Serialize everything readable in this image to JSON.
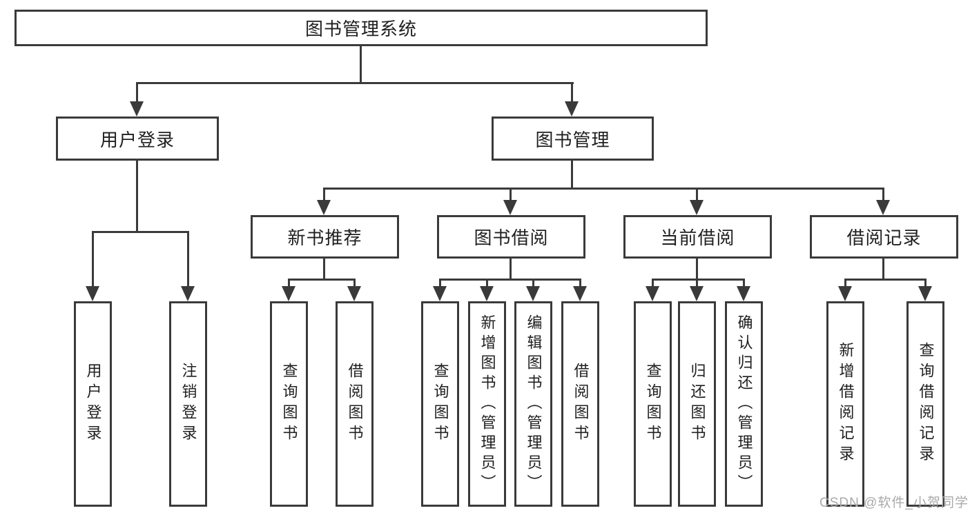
{
  "diagram_title": "图书管理系统",
  "nodes": {
    "root": {
      "label": "图书管理系统"
    },
    "level2": [
      {
        "label": "用户登录"
      },
      {
        "label": "图书管理"
      }
    ],
    "level3": [
      {
        "label": "新书推荐",
        "parent": "图书管理"
      },
      {
        "label": "图书借阅",
        "parent": "图书管理"
      },
      {
        "label": "当前借阅",
        "parent": "图书管理"
      },
      {
        "label": "借阅记录",
        "parent": "图书管理"
      }
    ],
    "leaves": [
      {
        "label": "用户登录",
        "parent": "用户登录"
      },
      {
        "label": "注销登录",
        "parent": "用户登录"
      },
      {
        "label": "查询图书",
        "parent": "新书推荐"
      },
      {
        "label": "借阅图书",
        "parent": "新书推荐"
      },
      {
        "label": "查询图书",
        "parent": "图书借阅"
      },
      {
        "label": "新增图书（管理员）",
        "parent": "图书借阅"
      },
      {
        "label": "编辑图书（管理员）",
        "parent": "图书借阅"
      },
      {
        "label": "借阅图书",
        "parent": "图书借阅"
      },
      {
        "label": "查询图书",
        "parent": "当前借阅"
      },
      {
        "label": "归还图书",
        "parent": "当前借阅"
      },
      {
        "label": "确认归还（管理员）",
        "parent": "当前借阅"
      },
      {
        "label": "新增借阅记录",
        "parent": "借阅记录"
      },
      {
        "label": "查询借阅记录",
        "parent": "借阅记录"
      }
    ]
  },
  "watermark": "CSDN @软件_小贺同学",
  "colors": {
    "line": "#3a3a3a",
    "box_border": "#3a3a3a",
    "text": "#1f1f1f",
    "background": "#ffffff",
    "watermark": "#a9a9a9"
  }
}
